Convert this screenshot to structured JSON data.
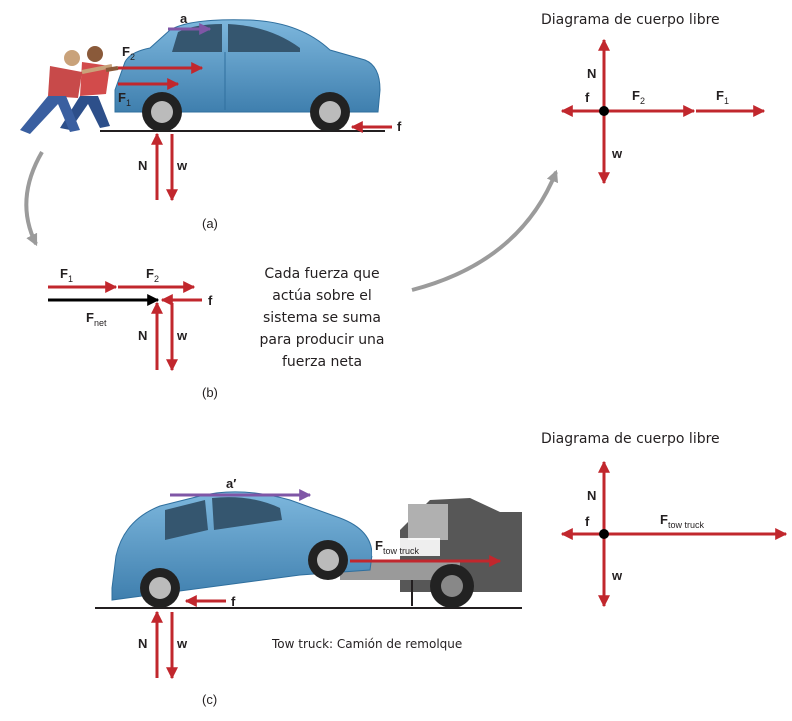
{
  "colors": {
    "force": "#c1272d",
    "net": "#000000",
    "accel": "#7f56a6",
    "car_body": "#5b9dc9",
    "car_dark": "#2f6f9e",
    "ground": "#231f20",
    "curve": "#9b9b9b"
  },
  "panel_a": {
    "caption": "(a)",
    "labels": {
      "a": "a",
      "F2": "F",
      "F2_sub": "2",
      "F1": "F",
      "F1_sub": "1",
      "f": "f",
      "N": "N",
      "w": "w"
    }
  },
  "fbd_top": {
    "title": "Diagrama de cuerpo libre",
    "labels": {
      "N": "N",
      "f": "f",
      "F2": "F",
      "F2_sub": "2",
      "F1": "F",
      "F1_sub": "1",
      "w": "w"
    }
  },
  "panel_b": {
    "caption": "(b)",
    "labels": {
      "F1": "F",
      "F1_sub": "1",
      "F2": "F",
      "F2_sub": "2",
      "f": "f",
      "Fnet": "F",
      "Fnet_sub": "net",
      "N": "N",
      "w": "w"
    }
  },
  "explanation": {
    "lines": [
      "Cada fuerza que",
      "actúa sobre el",
      "sistema se suma",
      "para producir una",
      "fuerza neta"
    ]
  },
  "panel_c": {
    "caption": "(c)",
    "labels": {
      "a_prime": "a′",
      "Ftow": "F",
      "Ftow_sub": "tow truck",
      "f": "f",
      "N": "N",
      "w": "w"
    },
    "tow_note": "Tow truck: Camión de remolque"
  },
  "fbd_bottom": {
    "title": "Diagrama de cuerpo libre",
    "labels": {
      "N": "N",
      "f": "f",
      "Ftow": "F",
      "Ftow_sub": "tow truck",
      "w": "w"
    }
  }
}
